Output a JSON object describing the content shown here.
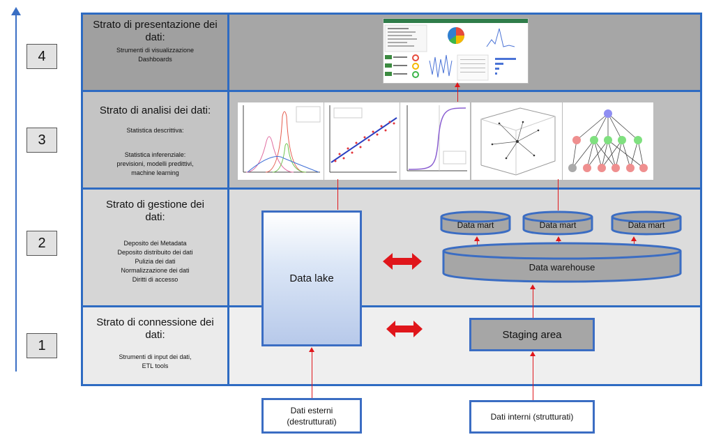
{
  "levels": [
    "4",
    "3",
    "2",
    "1"
  ],
  "layers": {
    "presentation": {
      "title": "Strato di presentazione dei dati:",
      "items": [
        "Strumenti di visualizzazione",
        "Dashboards"
      ]
    },
    "analysis": {
      "title": "Strato di analisi dei dati:",
      "items": [
        "Statistica descrittiva:",
        "Statistica inferenziale:",
        "previsioni, modelli predittivi,",
        "machine learning"
      ]
    },
    "management": {
      "title": "Strato di gestione dei dati:",
      "items": [
        "Deposito dei Metadata",
        "Deposito distribuito dei dati",
        "Pulizia dei dati",
        "Normalizzazione dei dati",
        "Diritti di accesso"
      ]
    },
    "connection": {
      "title": "Strato di connessione dei dati:",
      "items": [
        "Strumenti di input dei dati,",
        "ETL tools"
      ]
    }
  },
  "components": {
    "data_lake": "Data lake",
    "data_warehouse": "Data warehouse",
    "data_marts": [
      "Data mart",
      "Data mart",
      "Data mart"
    ],
    "staging_area": "Staging area"
  },
  "sources": {
    "external": [
      "Dati esterni",
      "(destrutturati)"
    ],
    "internal": "Dati interni (strutturati)"
  },
  "colors": {
    "border_blue": "#2e6bc2",
    "band_dark": "#a6a6a6",
    "band_mid": "#c8c8c8",
    "band_light": "#dcdcdc",
    "band_lightest": "#ececec",
    "arrow_red": "#e0161b"
  }
}
